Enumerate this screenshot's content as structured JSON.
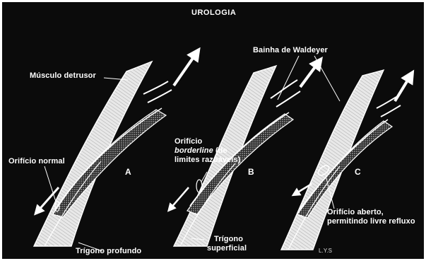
{
  "title": "UROLOGIA",
  "labels": {
    "musculo_detrusor": "Músculo detrusor",
    "bainha_waldeyer": "Bainha de Waldeyer",
    "orificio_normal": "Orifício normal",
    "orificio_borderline_line1_a": "Orifício",
    "orificio_borderline_line2_italic": "borderline",
    "orificio_borderline_line2_rest": " (de",
    "orificio_borderline_line3": "limites razoáveis)",
    "trigono_profundo": "Trígono profundo",
    "trigono_superficial_line1": "Trígono",
    "trigono_superficial_line2": "superficial",
    "orificio_aberto_line1": "Orifício aberto,",
    "orificio_aberto_line2": "permitindo livre refluxo",
    "signature": "L.Y.S"
  },
  "panels": [
    {
      "letter": "A"
    },
    {
      "letter": "B"
    },
    {
      "letter": "C"
    }
  ],
  "colors": {
    "background": "#0b0b0b",
    "foreground": "#ffffff"
  }
}
